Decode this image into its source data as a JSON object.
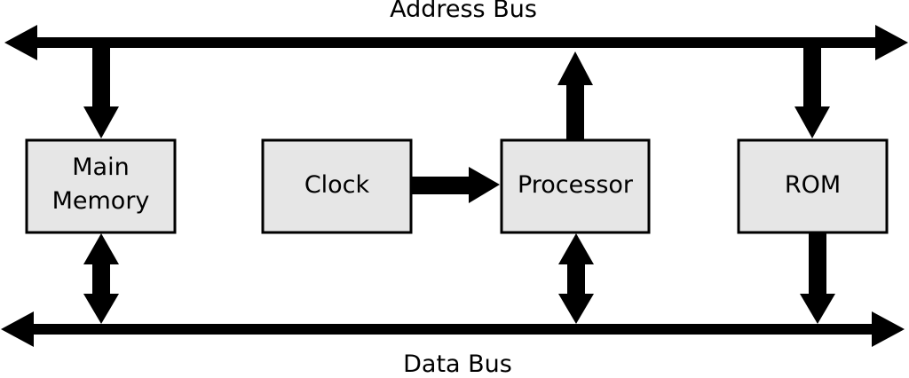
{
  "diagram": {
    "buses": {
      "address": "Address Bus",
      "data": "Data Bus"
    },
    "components": {
      "main_memory": [
        "Main",
        "Memory"
      ],
      "clock": "Clock",
      "processor": "Processor",
      "rom": "ROM"
    }
  },
  "colors": {
    "box_fill": "#e6e6e6",
    "stroke": "#000000",
    "background": "#ffffff"
  }
}
